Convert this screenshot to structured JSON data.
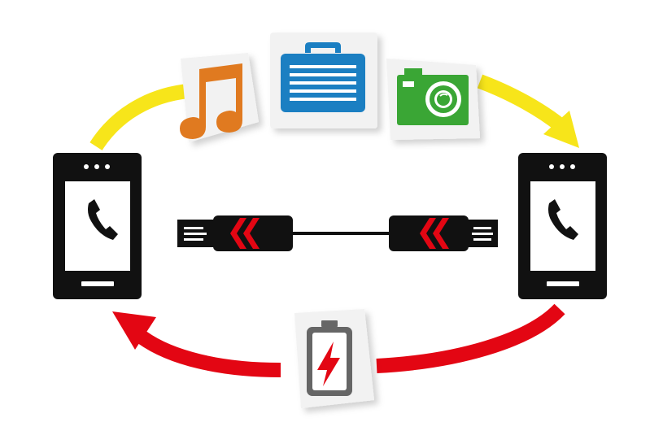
{
  "diagram": {
    "icons": [
      {
        "name": "music-note-icon"
      },
      {
        "name": "briefcase-icon"
      },
      {
        "name": "camera-icon"
      },
      {
        "name": "battery-charging-icon"
      }
    ],
    "devices": [
      {
        "name": "left-smartphone",
        "icon": "phone-handset-icon"
      },
      {
        "name": "right-smartphone",
        "icon": "phone-handset-icon"
      }
    ],
    "cable": {
      "name": "usb-cable",
      "icon": "usb-connector-icon"
    },
    "arrows": [
      {
        "name": "data-transfer-arrow",
        "color": "#f7e51a"
      },
      {
        "name": "power-transfer-arrow",
        "color": "#e30613"
      }
    ],
    "colors": {
      "device": "#111111",
      "music": "#e07a20",
      "briefcase": "#1b7fc2",
      "camera": "#3aa635",
      "battery": "#666666",
      "bolt": "#e30613",
      "chevron": "#e30613"
    }
  }
}
